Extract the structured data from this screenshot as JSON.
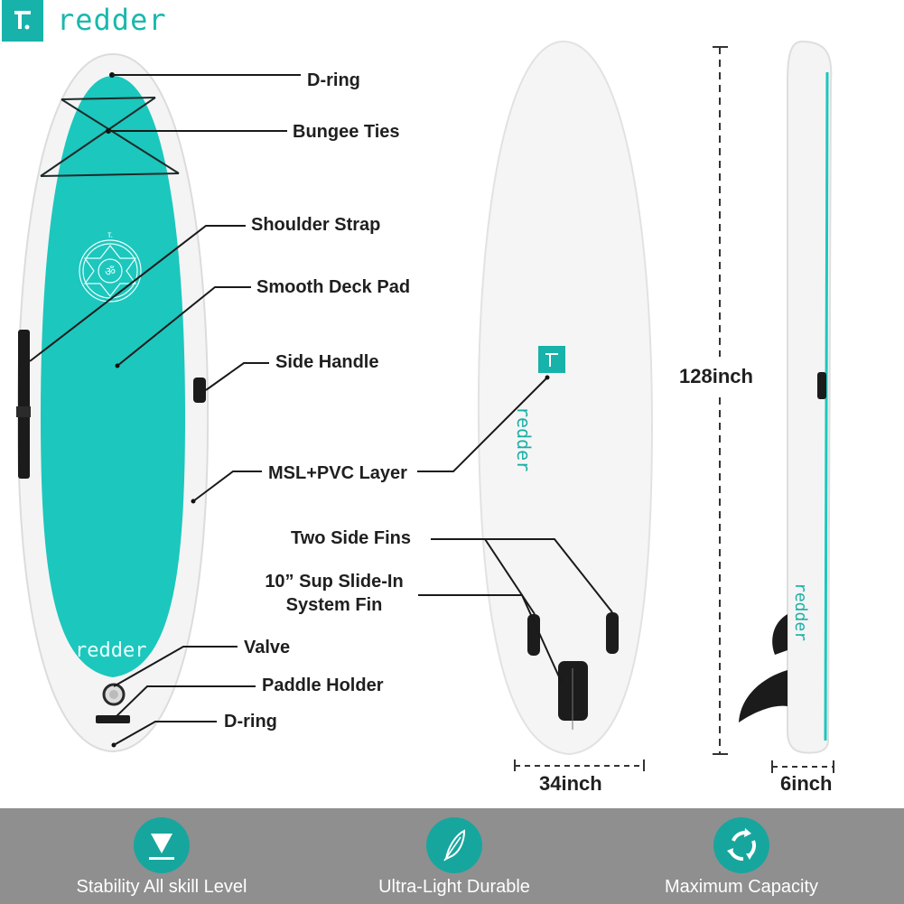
{
  "brand": {
    "name": "redder",
    "logo_icon": "redder-r-logo-icon",
    "accent_color": "#17b2a9"
  },
  "colors": {
    "deck_teal": "#1cc7bd",
    "board_white": "#f3f3f3",
    "band_gray": "#8f8f8f",
    "icon_teal": "#17a69e",
    "label_text": "#1f1f1f"
  },
  "top_view_callouts": [
    {
      "id": "d-ring-top",
      "label": "D-ring"
    },
    {
      "id": "bungee-ties",
      "label": "Bungee Ties"
    },
    {
      "id": "shoulder-strap",
      "label": "Shoulder Strap"
    },
    {
      "id": "smooth-deck-pad",
      "label": "Smooth Deck Pad"
    },
    {
      "id": "side-handle",
      "label": "Side Handle"
    },
    {
      "id": "msl-pvc-layer",
      "label": "MSL+PVC Layer"
    },
    {
      "id": "valve",
      "label": "Valve"
    },
    {
      "id": "paddle-holder",
      "label": "Paddle Holder"
    },
    {
      "id": "d-ring-tail",
      "label": "D-ring"
    }
  ],
  "bottom_view_callouts": [
    {
      "id": "two-side-fins",
      "label": "Two Side Fins"
    },
    {
      "id": "center-fin",
      "label_line1": "10” Sup Slide-In",
      "label_line2": "System Fin"
    }
  ],
  "deck_brand_text": "redder",
  "bottom_brand_text": "redder",
  "side_brand_text": "redder",
  "dimensions": {
    "length": "128inch",
    "width": "34inch",
    "thickness": "6inch"
  },
  "features": [
    {
      "icon": "stability-triangle-icon",
      "label": "Stability All skill Level"
    },
    {
      "icon": "feather-icon",
      "label": "Ultra-Light Durable"
    },
    {
      "icon": "circular-arrows-icon",
      "label": "Maximum Capacity"
    }
  ]
}
